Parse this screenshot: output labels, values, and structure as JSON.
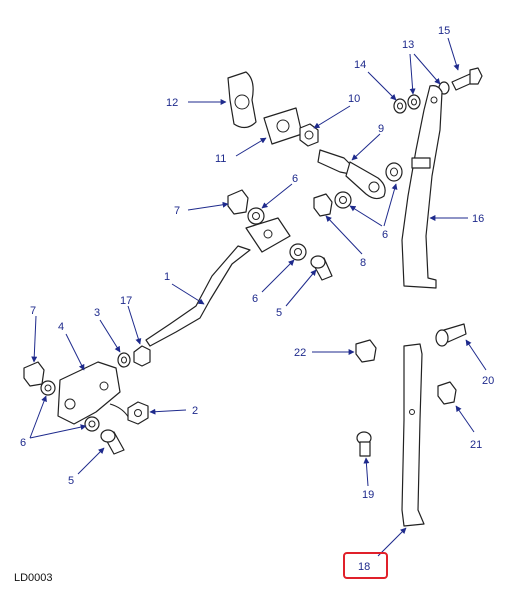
{
  "diagram": {
    "reference_code": "LD0003",
    "highlighted_callout": "18",
    "highlight_color": "#e0202a",
    "callout_color": "#1e2a8c",
    "callouts": {
      "c1": "1",
      "c2": "2",
      "c3": "3",
      "c4": "4",
      "c5a": "5",
      "c5b": "5",
      "c6a": "6",
      "c6b": "6",
      "c6c": "6",
      "c6d": "6",
      "c7a": "7",
      "c7b": "7",
      "c8": "8",
      "c9": "9",
      "c10": "10",
      "c11": "11",
      "c12": "12",
      "c13": "13",
      "c14": "14",
      "c15": "15",
      "c16": "16",
      "c17": "17",
      "c18": "18",
      "c19": "19",
      "c20": "20",
      "c21": "21",
      "c22": "22"
    }
  }
}
